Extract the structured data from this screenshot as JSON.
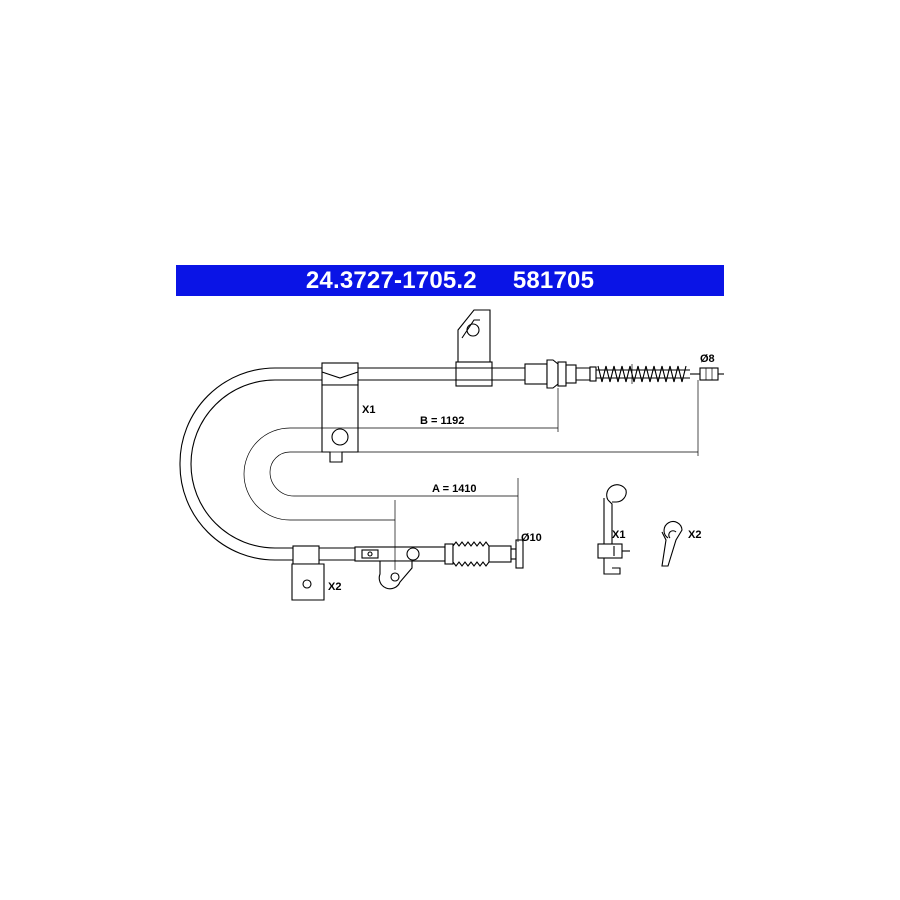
{
  "header": {
    "part_number": "24.3727-1705.2",
    "ref_number": "581705",
    "background_color": "#0a14e6",
    "text_color": "#ffffff"
  },
  "diagram": {
    "label_x1_bracket": "X1",
    "label_x2_bracket": "X2",
    "dimension_b": "B = 1192",
    "dimension_a": "A = 1410",
    "diameter_end": "Ø8",
    "diameter_start": "Ø10",
    "clip_x1_label": "X1",
    "clip_x2_label": "X2"
  }
}
